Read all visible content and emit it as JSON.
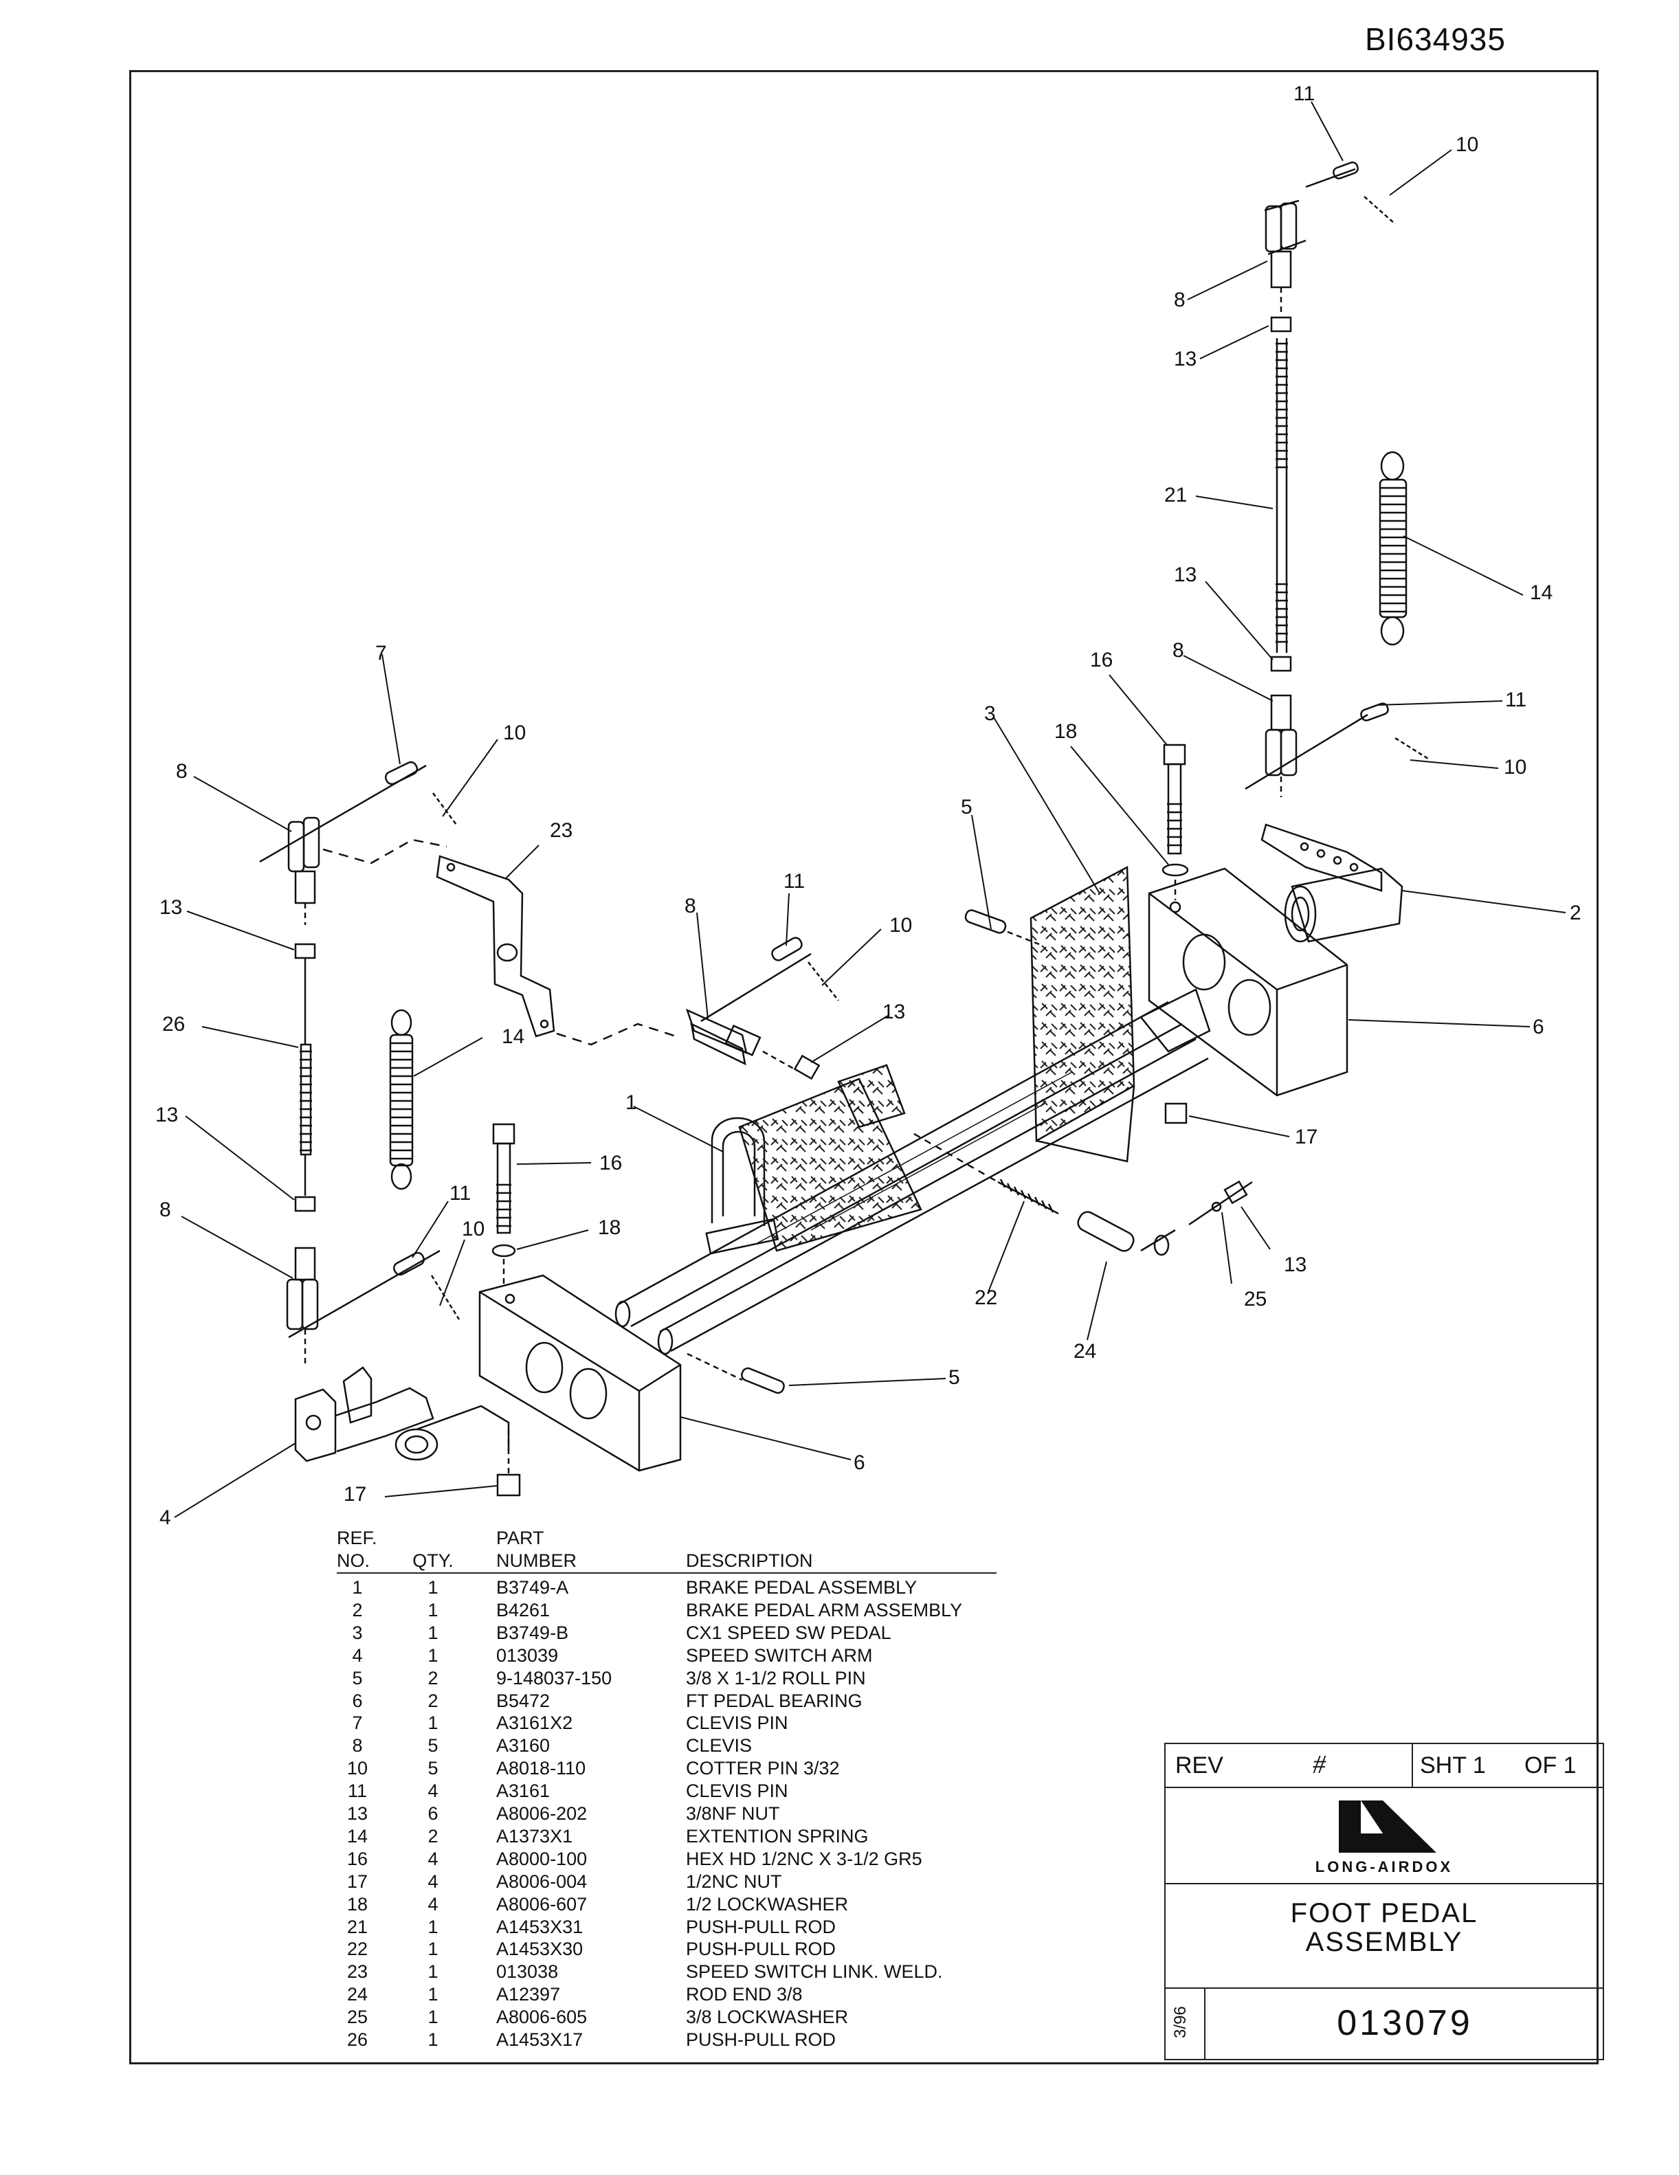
{
  "document_id": "BI634935",
  "callouts": {
    "c1": "1",
    "c2": "2",
    "c3": "3",
    "c4": "4",
    "c5a": "5",
    "c5b": "5",
    "c6a": "6",
    "c6b": "6",
    "c7": "7",
    "c8a": "8",
    "c8b": "8",
    "c8c": "8",
    "c8d": "8",
    "c8e": "8",
    "c10a": "10",
    "c10b": "10",
    "c10c": "10",
    "c10d": "10",
    "c10e": "10",
    "c11a": "11",
    "c11b": "11",
    "c11c": "11",
    "c11d": "11",
    "c13a": "13",
    "c13b": "13",
    "c13c": "13",
    "c13d": "13",
    "c13e": "13",
    "c13f": "13",
    "c14a": "14",
    "c14b": "14",
    "c16a": "16",
    "c16b": "16",
    "c17a": "17",
    "c17b": "17",
    "c18a": "18",
    "c18b": "18",
    "c21": "21",
    "c22": "22",
    "c23": "23",
    "c24": "24",
    "c25": "25",
    "c26": "26"
  },
  "parts_list": {
    "header": {
      "ref_top": "REF.",
      "ref": "NO.",
      "qty": "QTY.",
      "pn_top": "PART",
      "pn": "NUMBER",
      "desc": "DESCRIPTION"
    },
    "rows": [
      {
        "ref": "1",
        "qty": "1",
        "pn": "B3749-A",
        "desc": "BRAKE PEDAL ASSEMBLY"
      },
      {
        "ref": "2",
        "qty": "1",
        "pn": "B4261",
        "desc": "BRAKE PEDAL ARM ASSEMBLY"
      },
      {
        "ref": "3",
        "qty": "1",
        "pn": "B3749-B",
        "desc": "CX1 SPEED SW PEDAL"
      },
      {
        "ref": "4",
        "qty": "1",
        "pn": "013039",
        "desc": "SPEED SWITCH ARM"
      },
      {
        "ref": "5",
        "qty": "2",
        "pn": "9-148037-150",
        "desc": "3/8 X 1-1/2 ROLL PIN"
      },
      {
        "ref": "6",
        "qty": "2",
        "pn": "B5472",
        "desc": "FT PEDAL BEARING"
      },
      {
        "ref": "7",
        "qty": "1",
        "pn": "A3161X2",
        "desc": "CLEVIS PIN"
      },
      {
        "ref": "8",
        "qty": "5",
        "pn": "A3160",
        "desc": "CLEVIS"
      },
      {
        "ref": "10",
        "qty": "5",
        "pn": "A8018-110",
        "desc": "COTTER PIN 3/32"
      },
      {
        "ref": "11",
        "qty": "4",
        "pn": "A3161",
        "desc": "CLEVIS PIN"
      },
      {
        "ref": "13",
        "qty": "6",
        "pn": "A8006-202",
        "desc": "3/8NF NUT"
      },
      {
        "ref": "14",
        "qty": "2",
        "pn": "A1373X1",
        "desc": "EXTENTION SPRING"
      },
      {
        "ref": "16",
        "qty": "4",
        "pn": "A8000-100",
        "desc": "HEX HD 1/2NC X 3-1/2 GR5"
      },
      {
        "ref": "17",
        "qty": "4",
        "pn": "A8006-004",
        "desc": "1/2NC NUT"
      },
      {
        "ref": "18",
        "qty": "4",
        "pn": "A8006-607",
        "desc": "1/2 LOCKWASHER"
      },
      {
        "ref": "21",
        "qty": "1",
        "pn": "A1453X31",
        "desc": "PUSH-PULL ROD"
      },
      {
        "ref": "22",
        "qty": "1",
        "pn": "A1453X30",
        "desc": "PUSH-PULL ROD"
      },
      {
        "ref": "23",
        "qty": "1",
        "pn": "013038",
        "desc": "SPEED SWITCH LINK. WELD."
      },
      {
        "ref": "24",
        "qty": "1",
        "pn": "A12397",
        "desc": "ROD END 3/8"
      },
      {
        "ref": "25",
        "qty": "1",
        "pn": "A8006-605",
        "desc": "3/8 LOCKWASHER"
      },
      {
        "ref": "26",
        "qty": "1",
        "pn": "A1453X17",
        "desc": "PUSH-PULL ROD"
      }
    ]
  },
  "title_block": {
    "rev_label": "REV",
    "rev_value": "#",
    "sheet": "SHT 1",
    "of": "OF 1",
    "company": "LONG-AIRDOX",
    "title_line1": "FOOT PEDAL",
    "title_line2": "ASSEMBLY",
    "date": "3/96",
    "drawing_number": "013079"
  }
}
